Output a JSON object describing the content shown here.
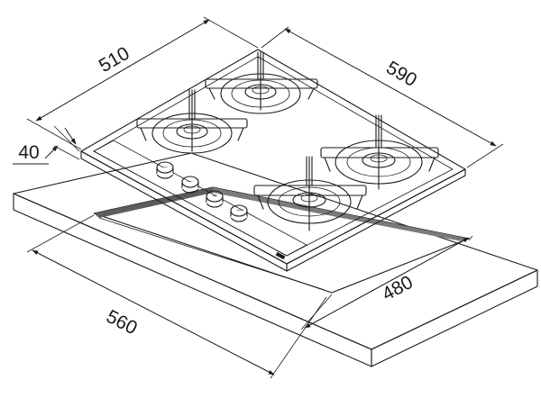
{
  "dimensions": {
    "hob_depth": "510",
    "hob_width": "590",
    "hob_height": "40",
    "cutout_depth": "480",
    "cutout_width": "560"
  },
  "colors": {
    "line": "#1a1a1a",
    "countertop_top": "#f2f2f2",
    "countertop_side": "#8f8f8f",
    "countertop_front": "#b8b8b8",
    "cutout": "#ffffff",
    "hob_top": "#ffffff",
    "hob_edge": "#d8d8d8"
  },
  "components": {
    "burners": [
      "burner-back-left",
      "burner-back-right",
      "burner-front-left",
      "burner-front-right"
    ],
    "knobs": 4
  }
}
